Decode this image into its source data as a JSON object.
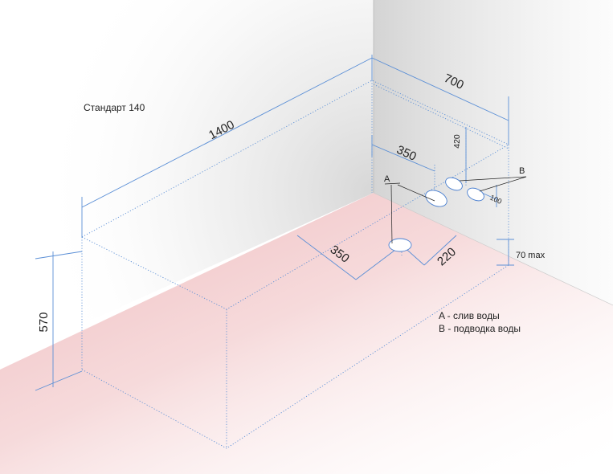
{
  "title": "Стандарт 140",
  "dimensions": {
    "length": "1400",
    "width": "700",
    "height": "570",
    "drain_from_wall": "350",
    "drain_from_end": "350",
    "drain_floor_offset": "220",
    "inlet_offset": "350",
    "inlet_height": "420",
    "inlet_spacing": "100",
    "drain_height": "70 max"
  },
  "callouts": {
    "a": "A",
    "b": "B"
  },
  "legend": {
    "a": "A - слив воды",
    "b": "B - подводка воды"
  },
  "colors": {
    "dimension_lines": "#5b8fd6",
    "floor_tint": "#e7a0a4",
    "wall_shadow": "#d9d9d9",
    "text": "#222222"
  }
}
